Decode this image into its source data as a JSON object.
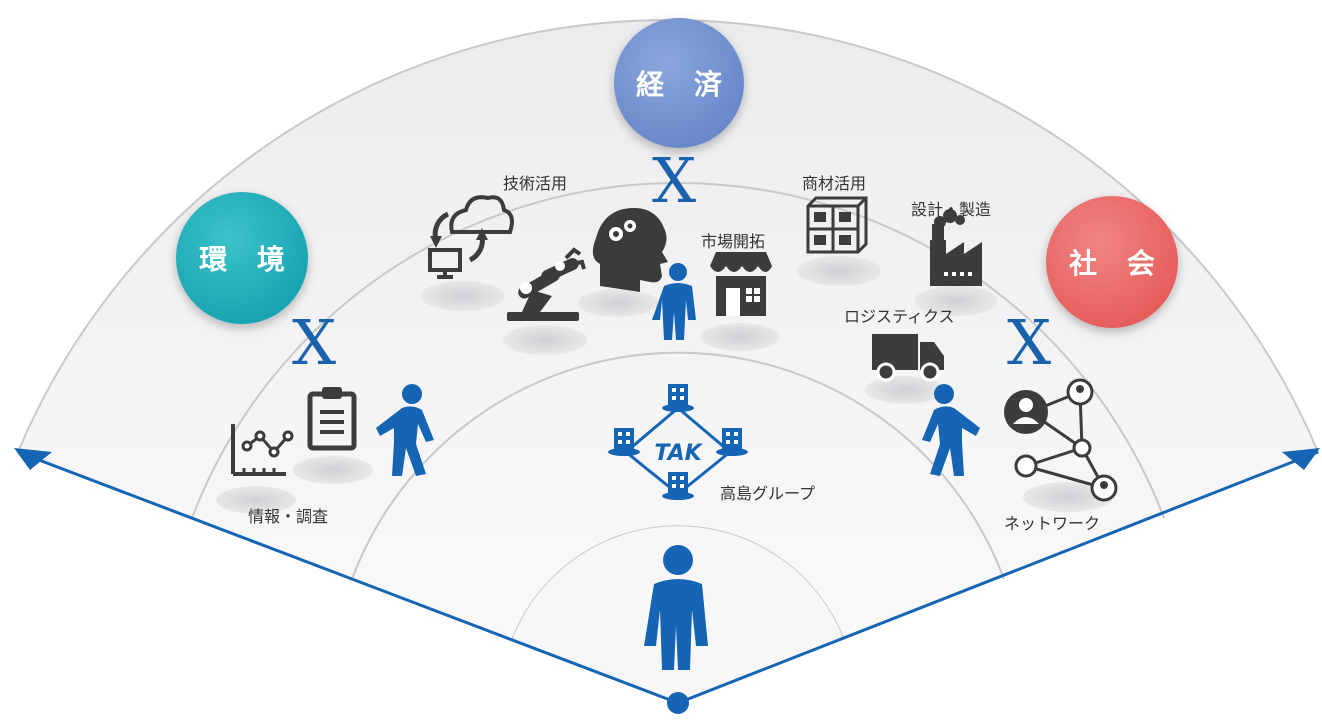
{
  "pillars": {
    "economy": {
      "label": "経 済",
      "color": "#6d8cc9"
    },
    "environment": {
      "label": "環 境",
      "color": "#15aab5"
    },
    "society": {
      "label": "社 会",
      "color": "#e9625f"
    }
  },
  "cross_symbol": "X",
  "labels": {
    "tech": "技術活用",
    "products": "商材活用",
    "design": "設計・製造",
    "market": "市場開拓",
    "logistics": "ロジスティクス",
    "info": "情報・調査",
    "network": "ネットワーク",
    "group": "高島グループ"
  },
  "logo_text": "TAK",
  "colors": {
    "primary_blue": "#1565b4",
    "fan_fill": "#f3f3f4",
    "fan_stroke": "#c9c9cb",
    "icon_dark": "#3c3c3c",
    "shadow": "#e2e2e4"
  }
}
